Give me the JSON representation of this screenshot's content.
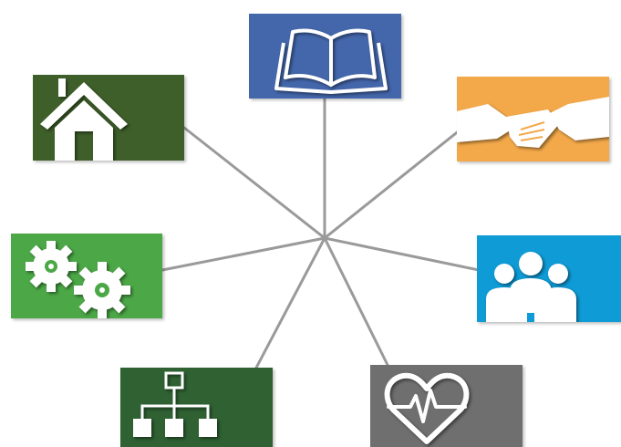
{
  "diagram": {
    "hub_line_color": "#9a9a9a",
    "tiles": [
      {
        "id": "education",
        "icon": "open-book-icon",
        "color": "#4467ac"
      },
      {
        "id": "partnership",
        "icon": "handshake-icon",
        "color": "#f3a94a"
      },
      {
        "id": "community",
        "icon": "people-group-icon",
        "color": "#0f9bd6"
      },
      {
        "id": "health",
        "icon": "heart-pulse-icon",
        "color": "#6f6f6f"
      },
      {
        "id": "organization",
        "icon": "org-chart-icon",
        "color": "#2f6133"
      },
      {
        "id": "operations",
        "icon": "gears-icon",
        "color": "#4ca847"
      },
      {
        "id": "housing",
        "icon": "house-icon",
        "color": "#3e5f2a"
      }
    ]
  }
}
